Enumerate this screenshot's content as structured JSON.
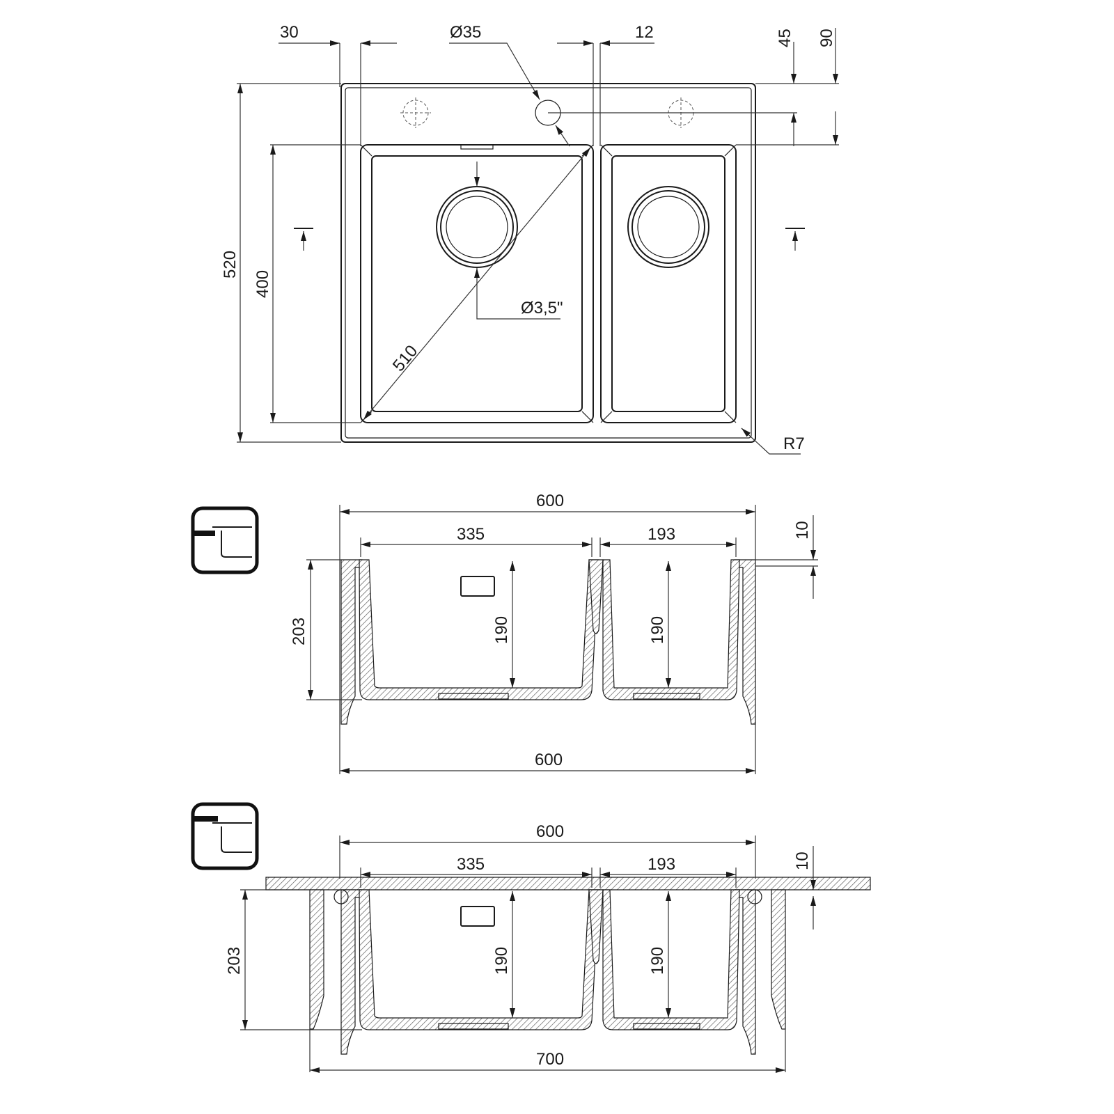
{
  "top_view": {
    "dim_30": "30",
    "dim_hole_dia": "Ø35",
    "dim_12": "12",
    "dim_45": "45",
    "dim_90": "90",
    "dim_520": "520",
    "dim_400": "400",
    "dim_510": "510",
    "dim_drain_dia": "Ø3,5\"",
    "dim_radius": "R7"
  },
  "section_undermount": {
    "dim_width_top": "600",
    "dim_left_bowl": "335",
    "dim_right_bowl": "193",
    "dim_10": "10",
    "dim_203": "203",
    "dim_left_depth": "190",
    "dim_right_depth": "190",
    "dim_width_bottom": "600"
  },
  "section_inset": {
    "dim_width_top": "600",
    "dim_left_bowl": "335",
    "dim_right_bowl": "193",
    "dim_10": "10",
    "dim_203": "203",
    "dim_left_depth": "190",
    "dim_right_depth": "190",
    "dim_cutout": "700"
  }
}
